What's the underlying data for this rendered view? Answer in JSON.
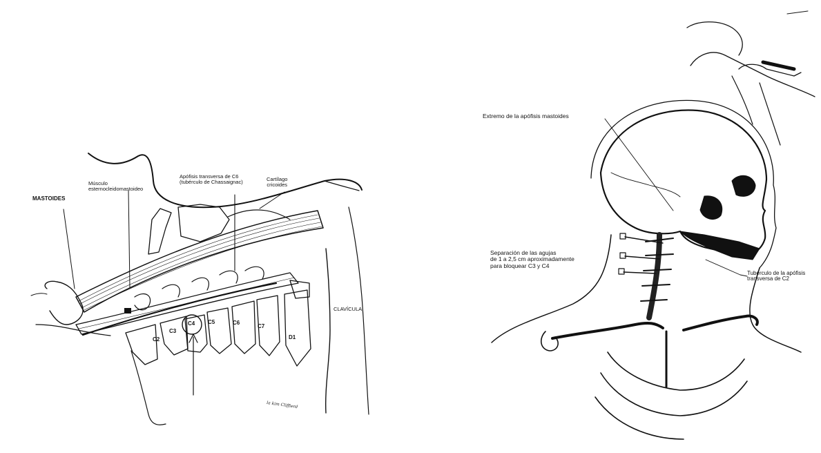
{
  "left_figure": {
    "labels": {
      "mastoides": "MASTOIDES",
      "musculo_line1": "Músculo",
      "musculo_line2": "esternocleidomastoideo",
      "apofisis_line1": "Apófisis transversa de C6",
      "apofisis_line2": "(tubérculo de Chassaignac)",
      "cartilago_line1": "Cartílago",
      "cartilago_line2": "cricoides",
      "clavicula": "CLAVÍCULA"
    },
    "vertebrae": [
      "C2",
      "C3",
      "C4",
      "C5",
      "C6",
      "C7",
      "D1"
    ],
    "signature": "la kim Cliffierd"
  },
  "right_figure": {
    "labels": {
      "extremo": "Extremo de la apófisis mastoides",
      "separacion_line1": "Separación de las agujas",
      "separacion_line2": "de 1 a 2,5 cm aproximadamente",
      "separacion_line3": "para bloquear C3 y C4",
      "tuberculo_line1": "Tubérculo de la apófisis",
      "tuberculo_line2": "transversa de C2"
    }
  }
}
